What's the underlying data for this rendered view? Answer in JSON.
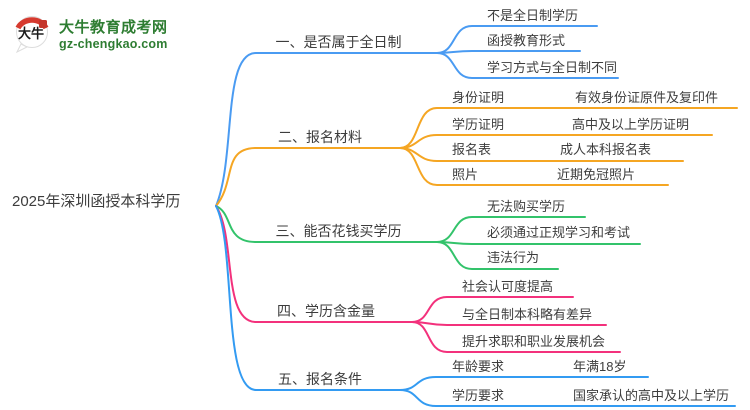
{
  "palette": {
    "blue1": "#4a9bf2",
    "orange": "#f5a623",
    "green": "#33c36b",
    "pink": "#f3317c",
    "blue2": "#339bf2",
    "text": "#3d3d3d",
    "logo_green": "#2e7d32",
    "logo_red": "#d63a2f"
  },
  "logo": {
    "icon_text": "大牛",
    "title": "大牛教育成考网",
    "domain": "gz-chengkao.com"
  },
  "root": {
    "label": "2025年深圳函授本科学历"
  },
  "branches": [
    {
      "label": "一、是否属于全日制",
      "color": "#4a9bf2",
      "children": [
        {
          "label": "不是全日制学历"
        },
        {
          "label": "函授教育形式"
        },
        {
          "label": "学习方式与全日制不同"
        }
      ]
    },
    {
      "label": "二、报名材料",
      "color": "#f5a623",
      "children": [
        {
          "label": "身份证明",
          "leaf": "有效身份证原件及复印件"
        },
        {
          "label": "学历证明",
          "leaf": "高中及以上学历证明"
        },
        {
          "label": "报名表",
          "leaf": "成人本科报名表"
        },
        {
          "label": "照片",
          "leaf": "近期免冠照片"
        }
      ]
    },
    {
      "label": "三、能否花钱买学历",
      "color": "#33c36b",
      "children": [
        {
          "label": "无法购买学历"
        },
        {
          "label": "必须通过正规学习和考试"
        },
        {
          "label": "违法行为"
        }
      ]
    },
    {
      "label": "四、学历含金量",
      "color": "#f3317c",
      "children": [
        {
          "label": "社会认可度提高"
        },
        {
          "label": "与全日制本科略有差异"
        },
        {
          "label": "提升求职和职业发展机会"
        }
      ]
    },
    {
      "label": "五、报名条件",
      "color": "#339bf2",
      "children": [
        {
          "label": "年龄要求",
          "leaf": "年满18岁"
        },
        {
          "label": "学历要求",
          "leaf": "国家承认的高中及以上学历"
        }
      ]
    }
  ]
}
